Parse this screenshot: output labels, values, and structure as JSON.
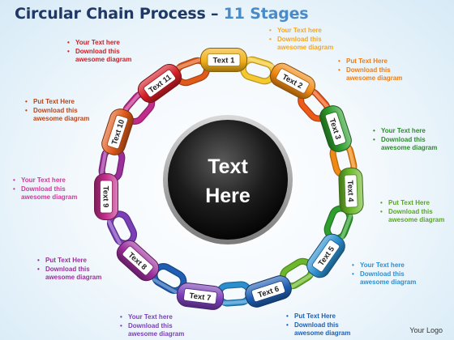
{
  "title": {
    "main": "Circular Chain Process",
    "separator": "–",
    "stages": "11 Stages"
  },
  "center": {
    "line1": "Text",
    "line2": "Here"
  },
  "links": [
    {
      "label": "Text 1",
      "color": "#f2b118"
    },
    {
      "label": "Text 2",
      "color": "#f08a14"
    },
    {
      "label": "Text 3",
      "color": "#2e9e2e"
    },
    {
      "label": "Text 4",
      "color": "#6cb82a"
    },
    {
      "label": "Text 5",
      "color": "#2b8fcf"
    },
    {
      "label": "Text 6",
      "color": "#1f5fb3"
    },
    {
      "label": "Text 7",
      "color": "#7a3fb8"
    },
    {
      "label": "Text 8",
      "color": "#9c2e9c"
    },
    {
      "label": "Text 9",
      "color": "#c22c8a"
    },
    {
      "label": "Text 10",
      "color": "#e05a1a"
    },
    {
      "label": "Text 11",
      "color": "#d41e26"
    }
  ],
  "connectors": [
    {
      "color": "#f6c830"
    },
    {
      "color": "#f05a18"
    },
    {
      "color": "#f08a14"
    },
    {
      "color": "#2e9e2e"
    },
    {
      "color": "#6cb82a"
    },
    {
      "color": "#2b8fcf"
    },
    {
      "color": "#1f5fb3"
    },
    {
      "color": "#7a3fb8"
    },
    {
      "color": "#9c2e9c"
    },
    {
      "color": "#c22c8a"
    },
    {
      "color": "#e05a1a"
    }
  ],
  "notes": [
    {
      "line1": "Your Text here",
      "line2": "Download this",
      "line3": "awesome diagram",
      "color": "#f5a623"
    },
    {
      "line1": "Put Text Here",
      "line2": "Download this",
      "line3": "awesome diagram",
      "color": "#ee7d14"
    },
    {
      "line1": "Your Text here",
      "line2": "Download this",
      "line3": "awesome diagram",
      "color": "#2e8b2e"
    },
    {
      "line1": "Put Text Here",
      "line2": "Download this",
      "line3": "awesome diagram",
      "color": "#5aa52a"
    },
    {
      "line1": "Your Text here",
      "line2": "Download this",
      "line3": "awesome diagram",
      "color": "#2b8fcf"
    },
    {
      "line1": "Put Text Here",
      "line2": "Download this",
      "line3": "awesome diagram",
      "color": "#1f5fb3"
    },
    {
      "line1": "Your Text here",
      "line2": "Download this",
      "line3": "awesome diagram",
      "color": "#7a3fb8"
    },
    {
      "line1": "Put Text Here",
      "line2": "Download this",
      "line3": "awesome diagram",
      "color": "#9c2e9c"
    },
    {
      "line1": "Your Text here",
      "line2": "Download this",
      "line3": "awesome diagram",
      "color": "#d1399a"
    },
    {
      "line1": "Put Text Here",
      "line2": "Download this",
      "line3": "awesome diagram",
      "color": "#b8461a"
    },
    {
      "line1": "Your Text here",
      "line2": "Download this",
      "line3": "awesome diagram",
      "color": "#cc1f26"
    }
  ],
  "footer": {
    "logo": "Your Logo"
  }
}
